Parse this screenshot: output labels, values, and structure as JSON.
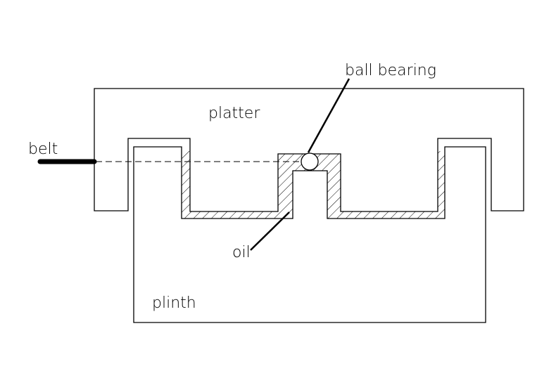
{
  "labels": {
    "ball_bearing": "ball bearing",
    "platter": "platter",
    "belt": "belt",
    "oil": "oil",
    "plinth": "plinth"
  },
  "colors": {
    "stroke": "#000000",
    "background": "#ffffff"
  }
}
